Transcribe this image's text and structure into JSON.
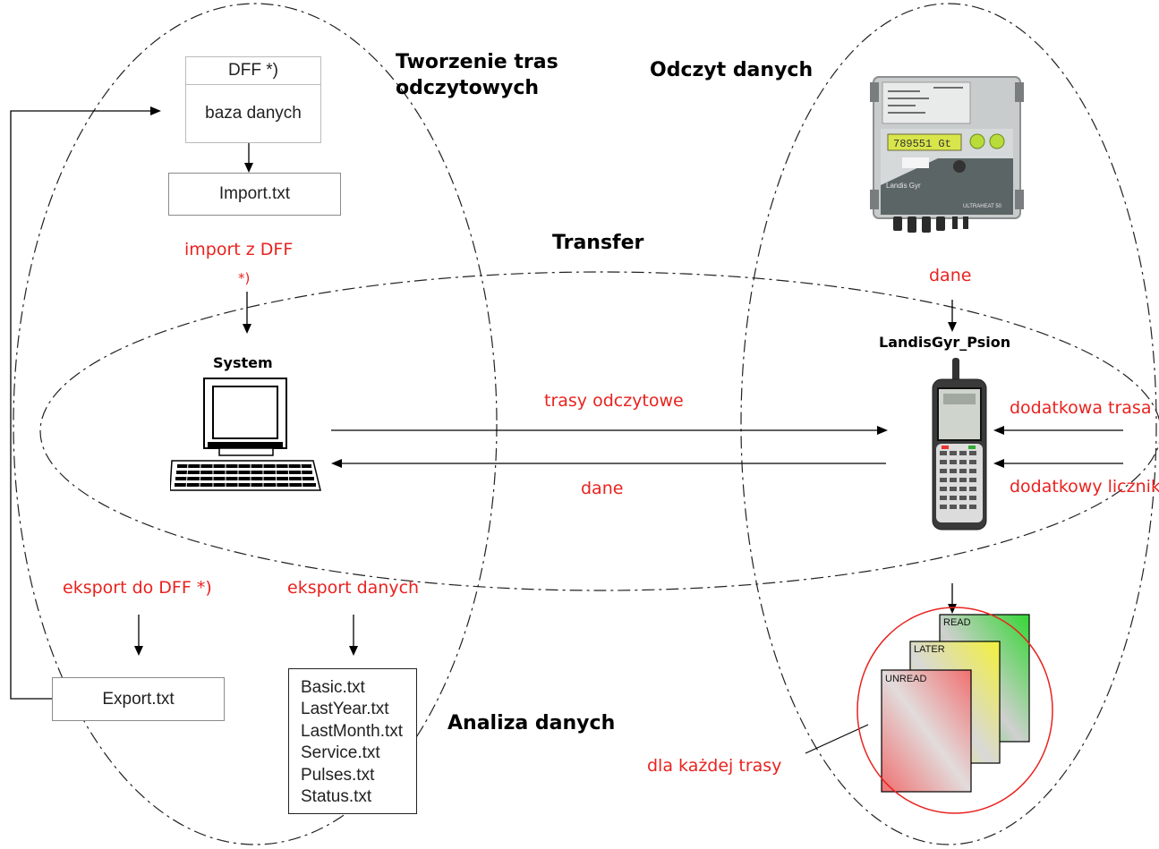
{
  "titles": {
    "routes": "Tworzenie tras\nodczytowych",
    "reading": "Odczyt danych",
    "transfer": "Transfer",
    "analysis": "Analiza danych"
  },
  "db_box": {
    "header": "DFF *)",
    "body": "baza danych"
  },
  "import_box": "Import.txt",
  "export_box": "Export.txt",
  "labels": {
    "import_from_dff": "import z DFF",
    "import_note": "*)",
    "export_to_dff": "eksport do DFF *)",
    "export_data": "eksport danych",
    "routes_flow": "trasy odczytowe",
    "data_flow": "dane",
    "meter_data": "dane",
    "extra_route": "dodatkowa trasa",
    "extra_meter": "dodatkowy licznik",
    "per_route": "dla każdej trasy"
  },
  "system_label": "System",
  "psion_label": "LandisGyr_Psion",
  "files": [
    "Basic.txt",
    "LastYear.txt",
    "LastMonth.txt",
    "Service.txt",
    "Pulses.txt",
    "Status.txt"
  ],
  "sheets": [
    "READ",
    "LATER",
    "UNREAD"
  ],
  "meter_text": {
    "brand": "Landis Gyr",
    "model": "ULTRAHEAT 50",
    "display": "789551 Gt"
  },
  "colors": {
    "accent_red": "#e8231f",
    "read_green": "#36d636",
    "later_yellow": "#f2f03c",
    "unread_red": "#f07070"
  }
}
